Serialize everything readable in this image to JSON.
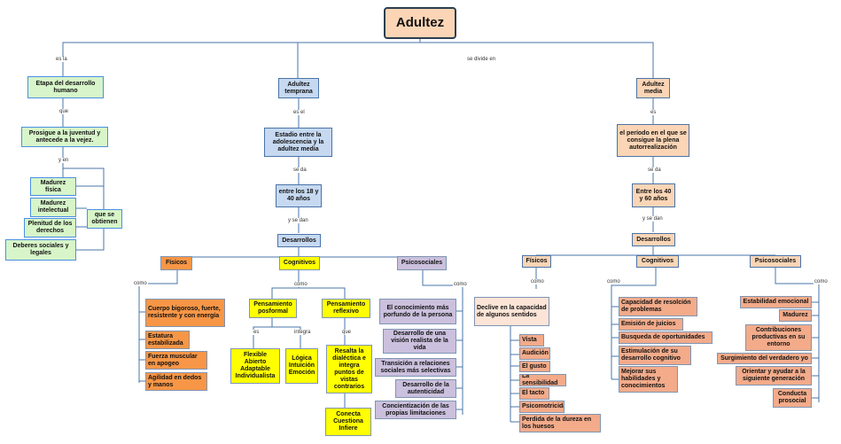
{
  "root": "Adultez",
  "labels": {
    "es_la": "es la",
    "se_divide_en": "se divide en",
    "que": "que",
    "y_en": "y en",
    "es_el": "es el",
    "se_da_1": "se da",
    "y_se_dan_1": "y se dan",
    "es": "es",
    "se_da_2": "se da",
    "y_se_dan_2": "y se dan",
    "como_1": "como",
    "como_2": "como",
    "como_3": "como",
    "es_small": "es",
    "integra": "integra",
    "que_2": "que",
    "como_4": "como",
    "como_5": "como",
    "como_6": "como"
  },
  "left": {
    "etapa": "Etapa del desarrollo humano",
    "prosigue": "Prosigue a la juventud y antecede a la vejez.",
    "madurez_fisica": "Madurez física",
    "madurez_intelectual": "Madurez intelectual",
    "plenitud": "Plenitud de los derechos",
    "deberes": "Deberes sociales y legales",
    "que_se_obtienen": "que se obtienen"
  },
  "temprana": {
    "title": "Adultez temprana",
    "estadio": "Estadio entre la adolescencia y la adultez media",
    "edad": "entre los 18 y 40 años",
    "desarrollos": "Desarrollos",
    "fisicos": "Físicos",
    "cognitivos": "Cognitivos",
    "psicosociales": "Psicosociales",
    "fisicos_items": [
      "Cuerpo bigoroso, fuerte, resistente y con energía",
      "Estatura estabilizada",
      "Fuerza muscular en apogeo",
      "Agilidad en dedos y manos"
    ],
    "posformal": "Pensamiento posformal",
    "reflexivo": "Pensamiento reflexivo",
    "posformal_list": "Flexible Abierto Adaptable Individualista",
    "logica": "Lógica Intuición Emoción",
    "resalta": "Resalta la dialéctica e integra puntos de vistas contrarios",
    "conecta": "Conecta Cuestiona Infiere",
    "psico_items": [
      "El conocimiento más porfundo de la persona",
      "Desarrollo de una visión realista de la vida",
      "Transición a relaciones sociales más selectivas",
      "Desarrollo de la autenticidad",
      "Concientización de las propias limitaciones"
    ]
  },
  "media": {
    "title": "Adultez media",
    "periodo": "el período en el que se consigue la plena autorrealización",
    "edad": "Entre los 40 y 60 años",
    "desarrollos": "Desarrollos",
    "fisicos": "Físicos",
    "cognitivos": "Cognitivos",
    "psicosociales": "Psicosociales",
    "declive": "Declive en la capacidad de algunos sentidos",
    "sentidos": [
      "Vista",
      "Audición",
      "El gusto",
      "La sensibilidad",
      "El tacto",
      "Psicomotricidad",
      "Perdida de la dureza en los huesos"
    ],
    "cog_items": [
      "Capacidad de resolción de problemas",
      "Emisión de juicios",
      "Busqueda de oportunidades",
      "Estimulación de su desarrollo cognitivo",
      "Mejorar sus habilidades y conocimientos"
    ],
    "psico_items": [
      "Estabilidad emocional",
      "Madurez",
      "Contribuciones productivas en su entorno",
      "Surgimiento del verdadero yo",
      "Orientar y ayudar a la siguiente generación",
      "Conducta prosocial"
    ]
  }
}
